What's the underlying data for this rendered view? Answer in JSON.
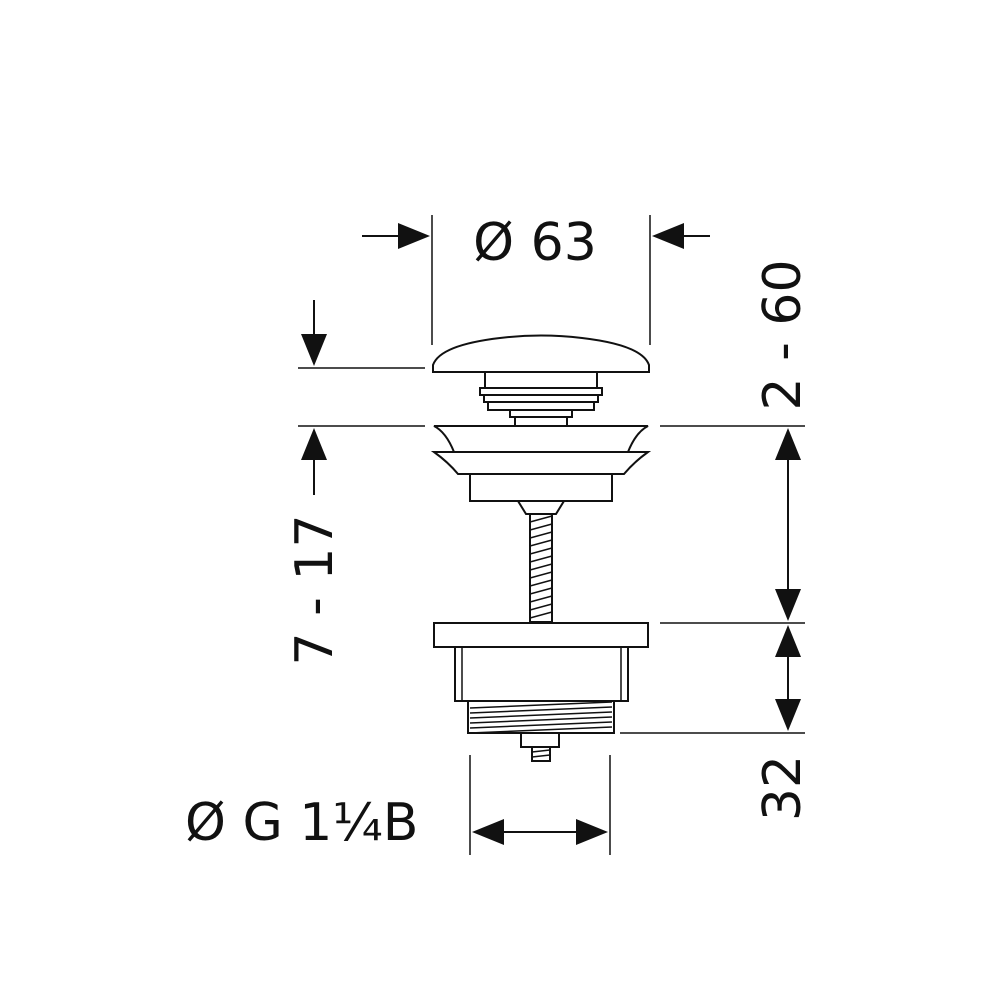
{
  "dimensions": {
    "cap_diameter": "Ø 63",
    "height_range_right": "2 - 60",
    "height_range_left": "7 - 17",
    "thread_height": "32",
    "thread_size": "Ø G 1¼B"
  },
  "colors": {
    "line": "#111111",
    "background": "#ffffff"
  }
}
